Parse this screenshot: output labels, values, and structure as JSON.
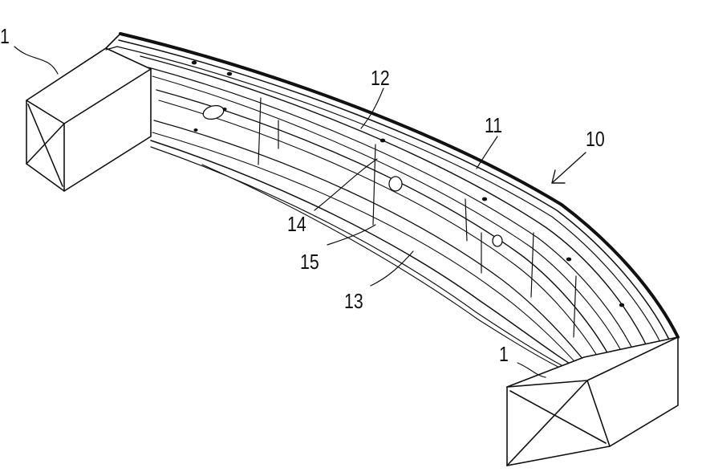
{
  "figure": {
    "reference_numerals": {
      "support_left": "1",
      "support_right": "1",
      "bumper_assembly": "10",
      "front_wall": "11",
      "upper_flange": "12",
      "lower_flange": "13",
      "upper_rib": "14",
      "lower_rib": "15"
    },
    "colors": {
      "line": "#111111",
      "background": "#ffffff"
    }
  }
}
